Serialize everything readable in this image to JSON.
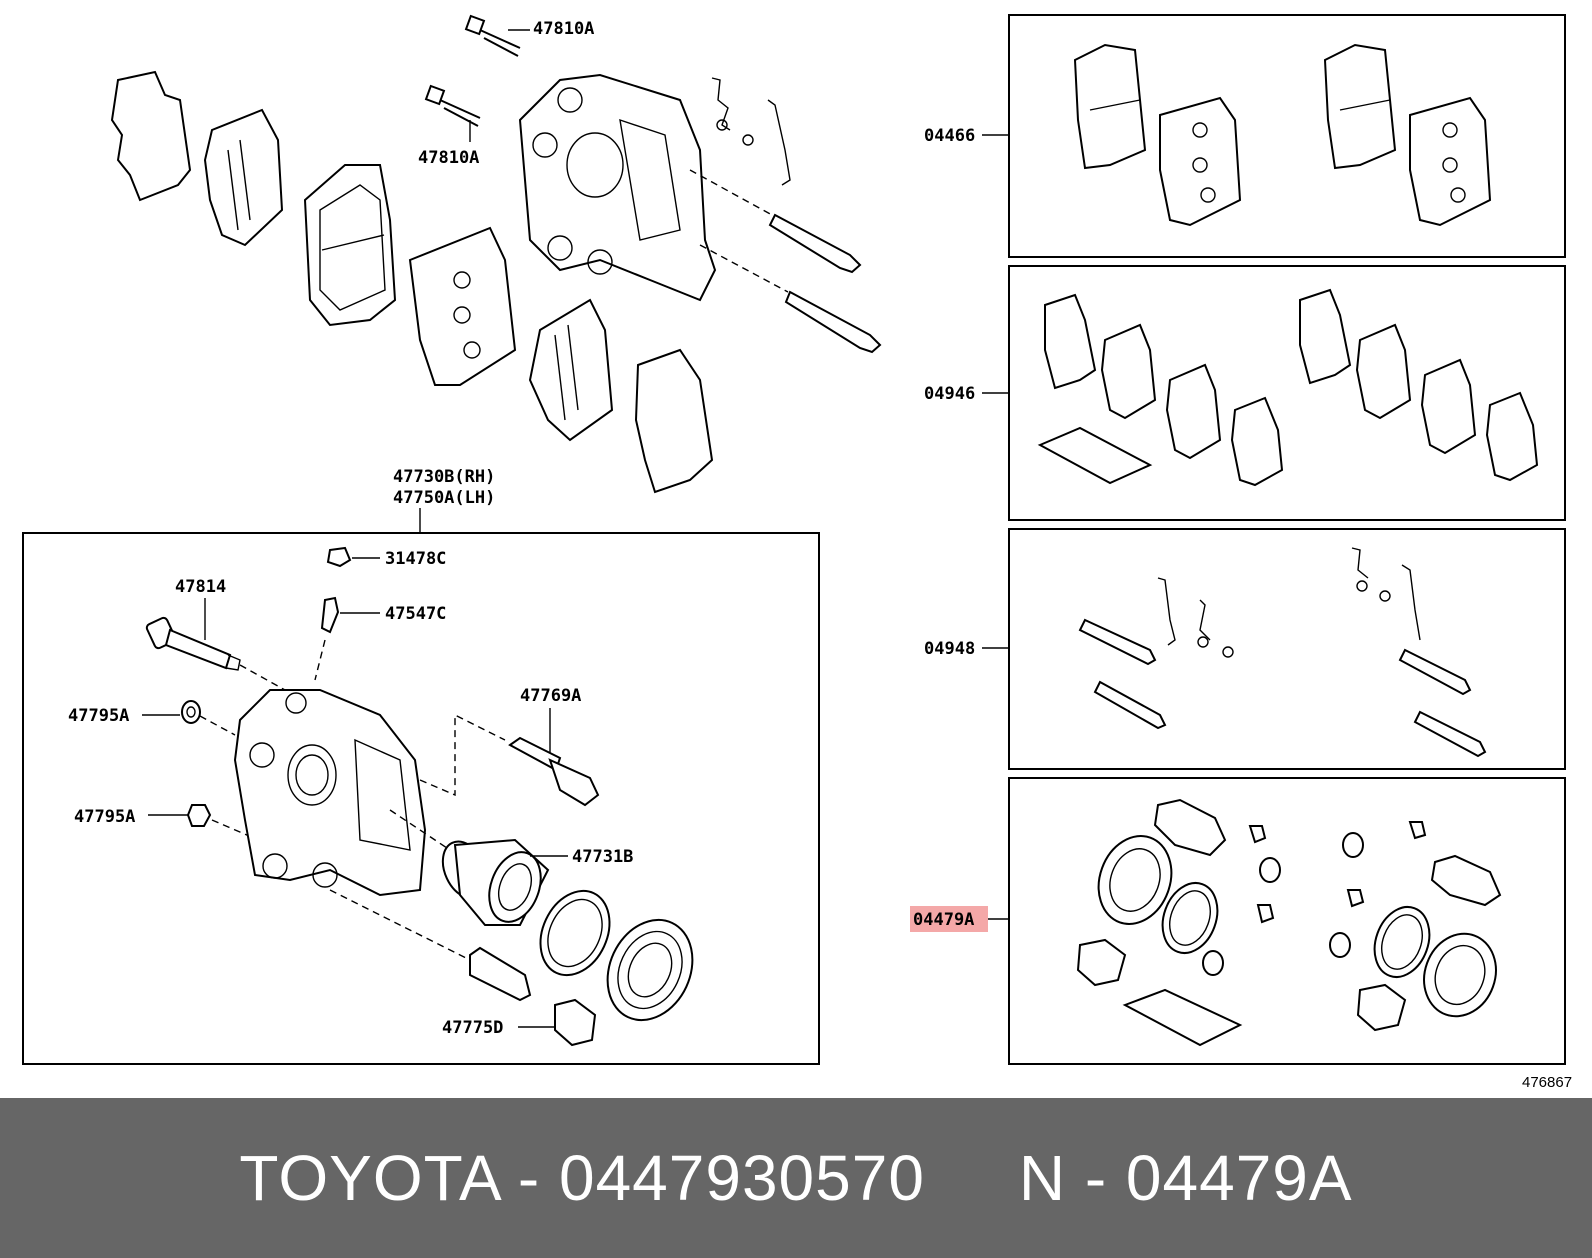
{
  "labels": {
    "top_bolt_a": "47810A",
    "top_bolt_b": "47810A",
    "caliper_rh": "47730B(RH)",
    "caliper_lh": "47750A(LH)",
    "cap": "31478C",
    "bleeder": "47547C",
    "slide_pin": "47814",
    "washer_a": "47795A",
    "washer_b": "47795A",
    "pin_boot": "47769A",
    "piston": "47731B",
    "bushing": "47775D",
    "kit_pads": "04466",
    "kit_shims": "04946",
    "kit_pins": "04948",
    "kit_seal": "04479A",
    "drawing_code": "476867"
  },
  "highlight_color": "#f4a8a8",
  "footer": {
    "text": "TOYOTA - 0447930570     N - 04479A"
  }
}
